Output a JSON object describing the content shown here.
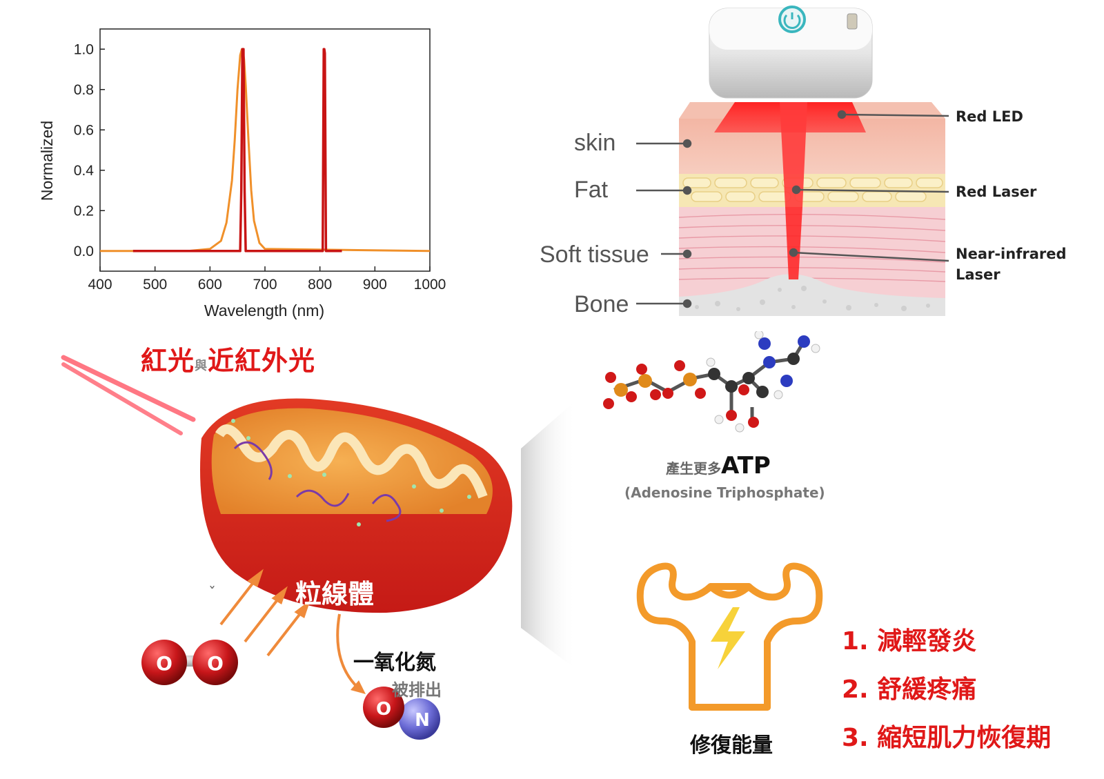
{
  "chart_data": {
    "type": "line",
    "title": "",
    "xlabel": "Wavelength (nm)",
    "ylabel": "Normalized",
    "xlim": [
      400,
      1000
    ],
    "ylim": [
      -0.1,
      1.1
    ],
    "xticks": [
      "400",
      "500",
      "600",
      "700",
      "800",
      "900",
      "1000"
    ],
    "yticks": [
      "0.0",
      "0.2",
      "0.4",
      "0.6",
      "0.8",
      "1.0"
    ],
    "series": [
      {
        "color": "#f0902a",
        "x": [
          400,
          560,
          600,
          620,
          630,
          640,
          645,
          650,
          655,
          658,
          660,
          662,
          665,
          670,
          675,
          680,
          690,
          700,
          1000
        ],
        "y": [
          0.0,
          0.0,
          0.01,
          0.05,
          0.14,
          0.35,
          0.55,
          0.8,
          0.97,
          1.0,
          0.99,
          0.95,
          0.82,
          0.55,
          0.3,
          0.15,
          0.04,
          0.01,
          0.0
        ]
      },
      {
        "color": "#c81414",
        "x": [
          460,
          655,
          657,
          659,
          661,
          663,
          665,
          700,
          805,
          807,
          808,
          809,
          811,
          840
        ],
        "y": [
          0.0,
          0.0,
          0.3,
          1.0,
          1.0,
          0.3,
          0.0,
          0.0,
          0.0,
          1.0,
          1.0,
          0.98,
          0.0,
          0.0
        ]
      }
    ]
  },
  "skin_diagram": {
    "layers": [
      "skin",
      "Fat",
      "Soft tissue",
      "Bone"
    ],
    "beams": [
      "Red LED",
      "Red Laser",
      "Near-infrared",
      "Laser"
    ]
  },
  "light_title": {
    "part1": "紅光",
    "joiner": "與",
    "part2": "近紅外光"
  },
  "mitochondria_label": "粒線體",
  "tilde": "ˇ",
  "molecules": {
    "oxygen_atom": "O",
    "nitrogen_atom": "N"
  },
  "atp": {
    "prefix": "產生更多",
    "name": "ATP",
    "full_name": "(Adenosine Triphosphate)"
  },
  "nitric_oxide": {
    "title": "一氧化氮",
    "subtitle": "被排出"
  },
  "repair_label": "修復能量",
  "benefits": [
    "1. 減輕發炎",
    "2. 舒緩疼痛",
    "3. 縮短肌力恢復期"
  ],
  "colors": {
    "accent_red": "#e01818",
    "orange": "#f0902a"
  }
}
